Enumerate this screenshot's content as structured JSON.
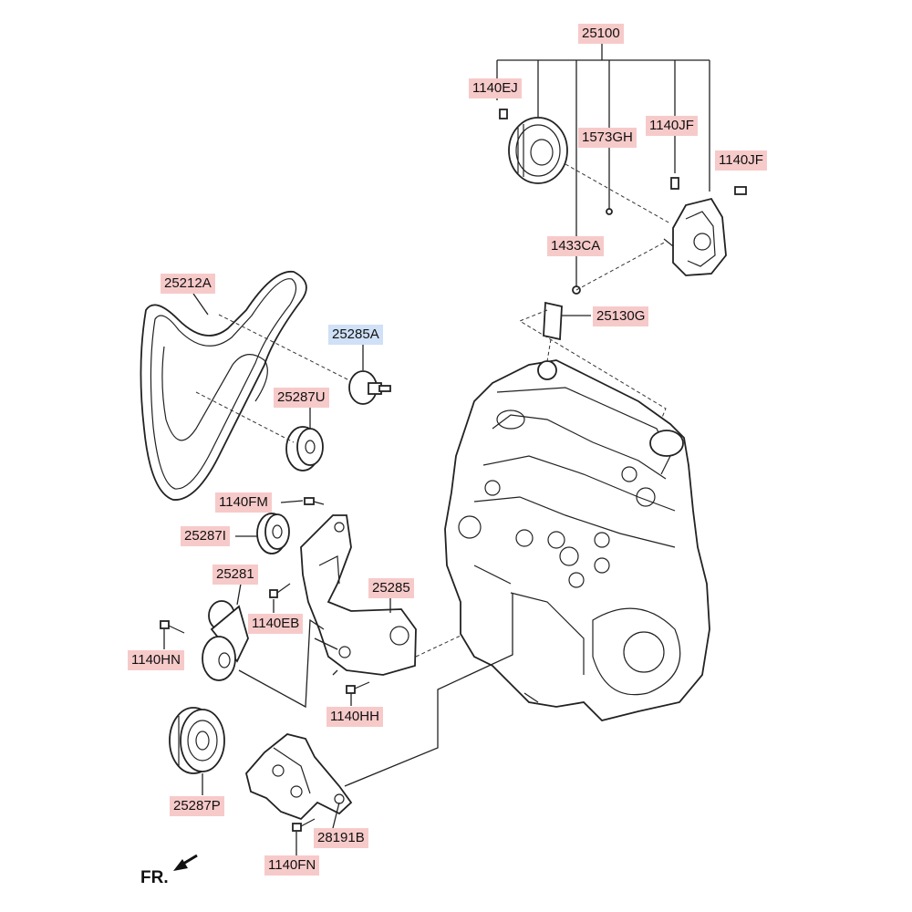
{
  "labels": {
    "p25100": "25100",
    "p1140EJ": "1140EJ",
    "p1573GH": "1573GH",
    "p1140JF_a": "1140JF",
    "p1140JF_b": "1140JF",
    "p1433CA": "1433CA",
    "p25130G": "25130G",
    "p25212A": "25212A",
    "p25285A": "25285A",
    "p25287U": "25287U",
    "p1140FM": "1140FM",
    "p25287I": "25287I",
    "p25281": "25281",
    "p25285": "25285",
    "p1140EB": "1140EB",
    "p1140HN": "1140HN",
    "p1140HH": "1140HH",
    "p25287P": "25287P",
    "p28191B": "28191B",
    "p1140FN": "1140FN"
  },
  "front_indicator": "FR.",
  "colors": {
    "callout_bg": "#f7caca",
    "callout_highlight_bg": "#cfe0f7",
    "line": "#222222"
  }
}
